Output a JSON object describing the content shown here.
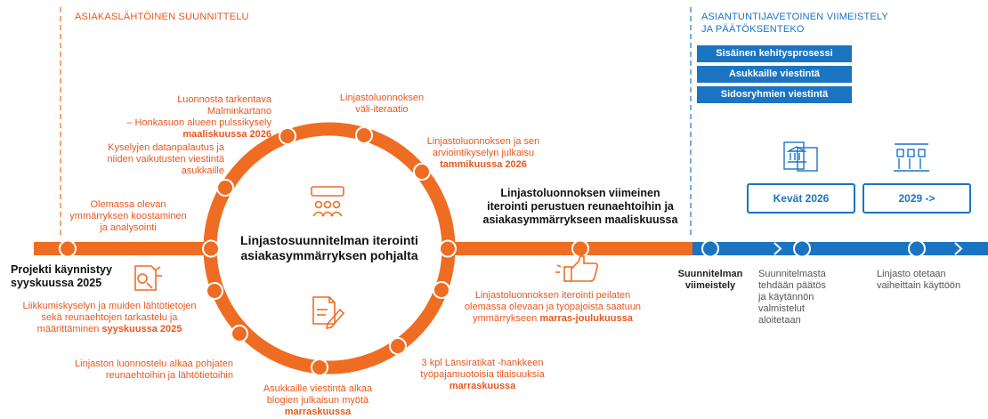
{
  "sections": {
    "left_header": "ASIAKASLÄHTÖINEN SUUNNITTELU",
    "right_header_1": "ASIANTUNTIJAVETOINEN VIIMEISTELY",
    "right_header_2": "JA PÄÄTÖKSENTEKO"
  },
  "pills": [
    "Sisäinen kehitysprosessi",
    "Asukkaille viestintä",
    "Sidosryhmien viestintä"
  ],
  "boxes": [
    "Kevät 2026",
    "2029 ->"
  ],
  "center": {
    "line1": "Linjastosuunnitelman iterointi",
    "line2": "asiakasymmärryksen pohjalta"
  },
  "milestones": {
    "start": {
      "line1": "Projekti käynnistyy",
      "line2": "syyskuussa 2025"
    },
    "mid": {
      "line1": "Linjastoluonnoksen viimeinen",
      "line2": "iterointi perustuen reunaehtoihin ja",
      "line3": "asiakasymmärrykseen maaliskuussa"
    },
    "finish": {
      "line1": "Suunnitelman",
      "line2": "viimeistely"
    },
    "decision": {
      "line1": "Suunnitelmasta",
      "line2": "tehdään päätös",
      "line3": "ja käytännön",
      "line4": "valmistelut",
      "line5": "aloitetaan"
    },
    "rollout": {
      "line1": "Linjasto otetaan",
      "line2": "vaiheittain käyttöön"
    }
  },
  "steps": {
    "s1": {
      "l1": "Liikkumiskyselyn ja muiden lähtötietojen",
      "l2": "sekä reunaehtojen tarkastelu ja",
      "l3": "määrittäminen ",
      "date": "syyskuussa 2025"
    },
    "s2": {
      "l1": "Linjaston luonnostelu alkaa pohjaten",
      "l2": "reunaehtoihin ja lähtötietoihin"
    },
    "s3": {
      "l1": "Asukkaille viestintä alkaa",
      "l2": "blogien julkaisun myötä",
      "date": "marraskuussa"
    },
    "s4": {
      "l1": "3 kpl Länsiratikat -hankkeen",
      "l2": "työpajamuotoisia tilaisuuksia",
      "date": "marraskuussa"
    },
    "s5": {
      "l1": "Linjastoluonnoksen iterointi peilaten",
      "l2": "olemassa olevaan ja työpajoista saatuun",
      "l3": "ymmärrykseen ",
      "date": "marras-joulukuussa"
    },
    "s6": {
      "l1": "Linjastoluonnoksen ja sen",
      "l2": "arviointikyselyn julkaisu",
      "date": "tammikuussa 2026"
    },
    "s7": {
      "l1": "Linjastoluonnoksen",
      "l2": "väli-iteraatio"
    },
    "s8": {
      "l1": "Luonnosta tarkentava Malminkartano",
      "l2": "– Honkasuon alueen pulssikysely",
      "date": "maaliskuussa 2026"
    },
    "s9": {
      "l1": "Kyselyjen datanpalautus ja",
      "l2": "niiden vaikutusten viestintä",
      "l3": "asukkaille"
    },
    "s10": {
      "l1": "Olemassa olevan",
      "l2": "ymmärryksen koostaminen",
      "l3": "ja analysointi"
    }
  },
  "icons": [
    "people-presentation-icon",
    "document-pencil-icon",
    "thumbs-up-icon",
    "report-chart-icon",
    "city-hall-document-icon",
    "tram-stop-icon"
  ],
  "colors": {
    "orange": "#ef6c23",
    "blue": "#1b74c2",
    "white": "#ffffff"
  }
}
